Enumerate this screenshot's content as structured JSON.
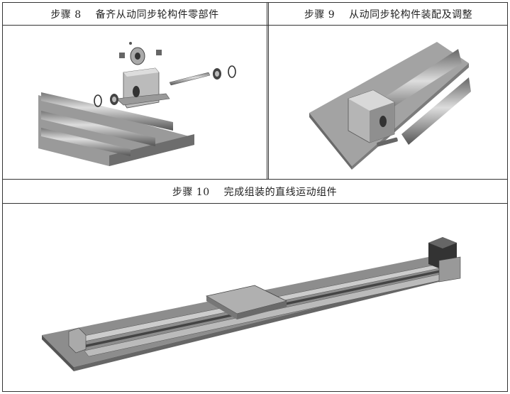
{
  "steps": [
    {
      "label": "步骤 8",
      "title": "备齐从动同步轮构件零部件"
    },
    {
      "label": "步骤 9",
      "title": "从动同步轮构件装配及调整"
    },
    {
      "label": "步骤 10",
      "title": "完成组装的直线运动组件"
    }
  ]
}
